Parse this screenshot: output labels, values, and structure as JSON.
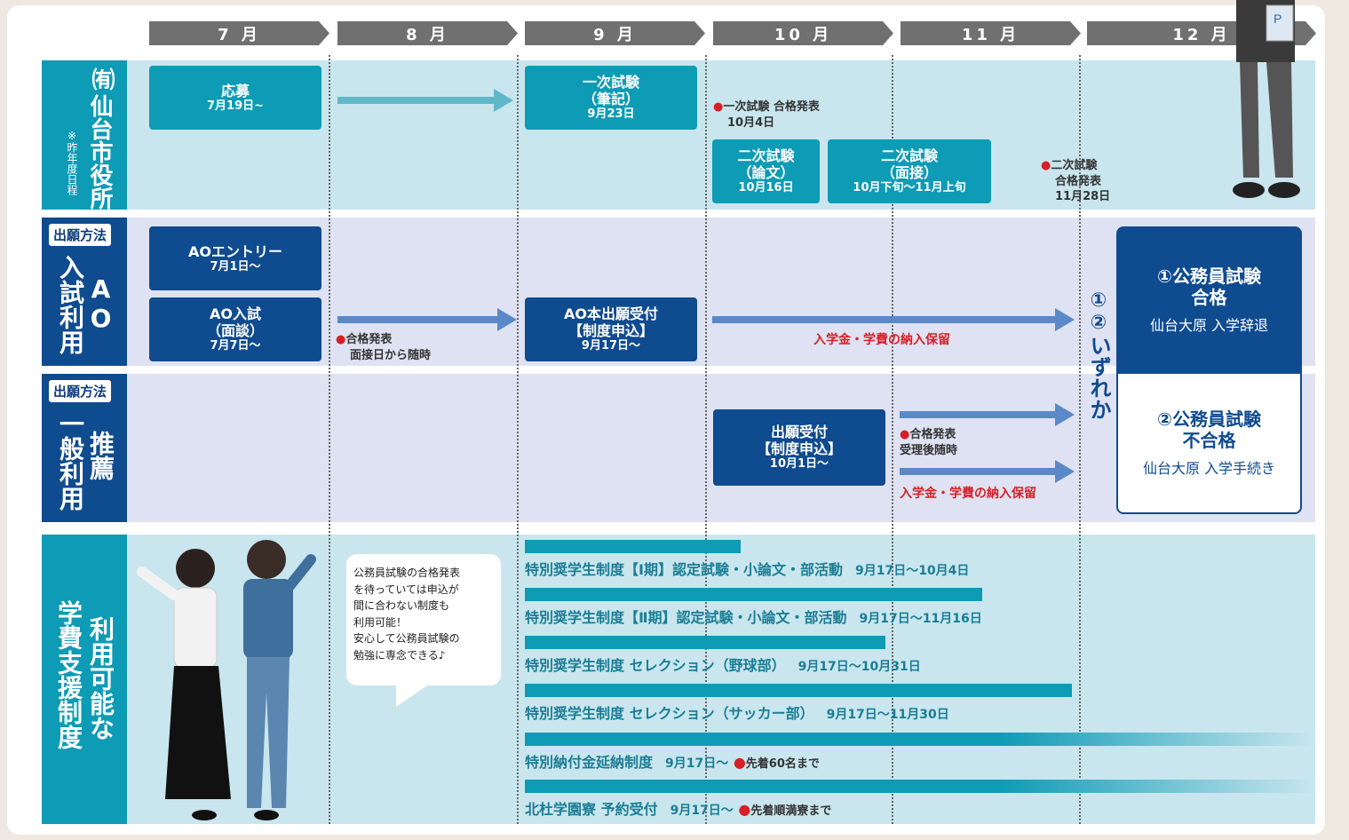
{
  "months": [
    "7 月",
    "8 月",
    "9 月",
    "10 月",
    "11 月",
    "12 月"
  ],
  "colors": {
    "teal": "#0e9bb5",
    "navy": "#0f4b8f",
    "red": "#d81f26",
    "arrow_teal": "#5fb8c9",
    "arrow_blue": "#5b89c7"
  },
  "city": {
    "label_main": "仙台市役所",
    "label_prefix": "㈲",
    "label_note": "※昨年度日程",
    "apply": {
      "title": "応募",
      "date": "7月19日~"
    },
    "first_exam": {
      "title": "一次試験",
      "sub": "（筆記）",
      "date": "9月23日"
    },
    "first_result": {
      "mark": "●",
      "title": "一次試験 合格発表",
      "date": "10月4日"
    },
    "second_essay": {
      "title": "二次試験",
      "sub": "（論文）",
      "date": "10月16日"
    },
    "second_interview": {
      "title": "二次試験",
      "sub": "（面接）",
      "date": "10月下旬～11月上旬"
    },
    "second_result": {
      "mark": "●",
      "line1": "二次試験",
      "line2": "合格発表",
      "date": "11月28日"
    }
  },
  "ao": {
    "tag": "出願方法",
    "label_col1": "AO",
    "label_col2": "入試利用",
    "entry": {
      "title": "AOエントリー",
      "date": "7月1日～"
    },
    "exam": {
      "title": "AO入試",
      "sub": "（面談）",
      "date": "7月7日～"
    },
    "result": {
      "mark": "●",
      "title": "合格発表",
      "note": "面接日から随時"
    },
    "main_apply": {
      "title": "AO本出願受付",
      "sub": "【制度申込】",
      "date": "9月17日～"
    },
    "hold": "入学金・学費の納入保留"
  },
  "rec": {
    "tag": "出願方法",
    "label_col1": "推薦",
    "label_col2": "一般利用",
    "apply": {
      "title": "出願受付",
      "sub": "【制度申込】",
      "date": "10月1日～"
    },
    "result": {
      "mark": "●",
      "title": "合格発表",
      "note": "受理後随時"
    },
    "hold": "入学金・学費の納入保留"
  },
  "either": {
    "n1": "①",
    "n2": "②",
    "text": "いずれか"
  },
  "outcome_pass": {
    "title1": "①公務員試験",
    "title2": "合格",
    "action": "仙台大原 入学辞退"
  },
  "outcome_fail": {
    "title1": "②公務員試験",
    "title2": "不合格",
    "action": "仙台大原 入学手続き"
  },
  "support": {
    "label_col1": "利用可能な",
    "label_col2": "学費支援制度",
    "bubble": [
      "公務員試験の合格発表",
      "を待っていては申込が",
      "間に合わない制度も",
      "利用可能！",
      "安心して公務員試験の",
      "勉強に専念できる♪"
    ],
    "rows": [
      {
        "name": "特別奨学生制度【Ⅰ期】認定試験・小論文・部活動",
        "period": "9月17日～10月4日"
      },
      {
        "name": "特別奨学生制度【Ⅱ期】認定試験・小論文・部活動",
        "period": "9月17日～11月16日"
      },
      {
        "name": "特別奨学生制度 セレクション（野球部）",
        "period": "9月17日～10月31日"
      },
      {
        "name": "特別奨学生制度 セレクション（サッカー部）",
        "period": "9月17日～11月30日"
      },
      {
        "name": "特別納付金延納制度",
        "period": "9月17日～",
        "mark": "●",
        "extra": "先着60名まで"
      },
      {
        "name": "北杜学園寮 予約受付",
        "period": "9月17日～",
        "mark": "●",
        "extra": "先着順満寮まで"
      }
    ]
  }
}
